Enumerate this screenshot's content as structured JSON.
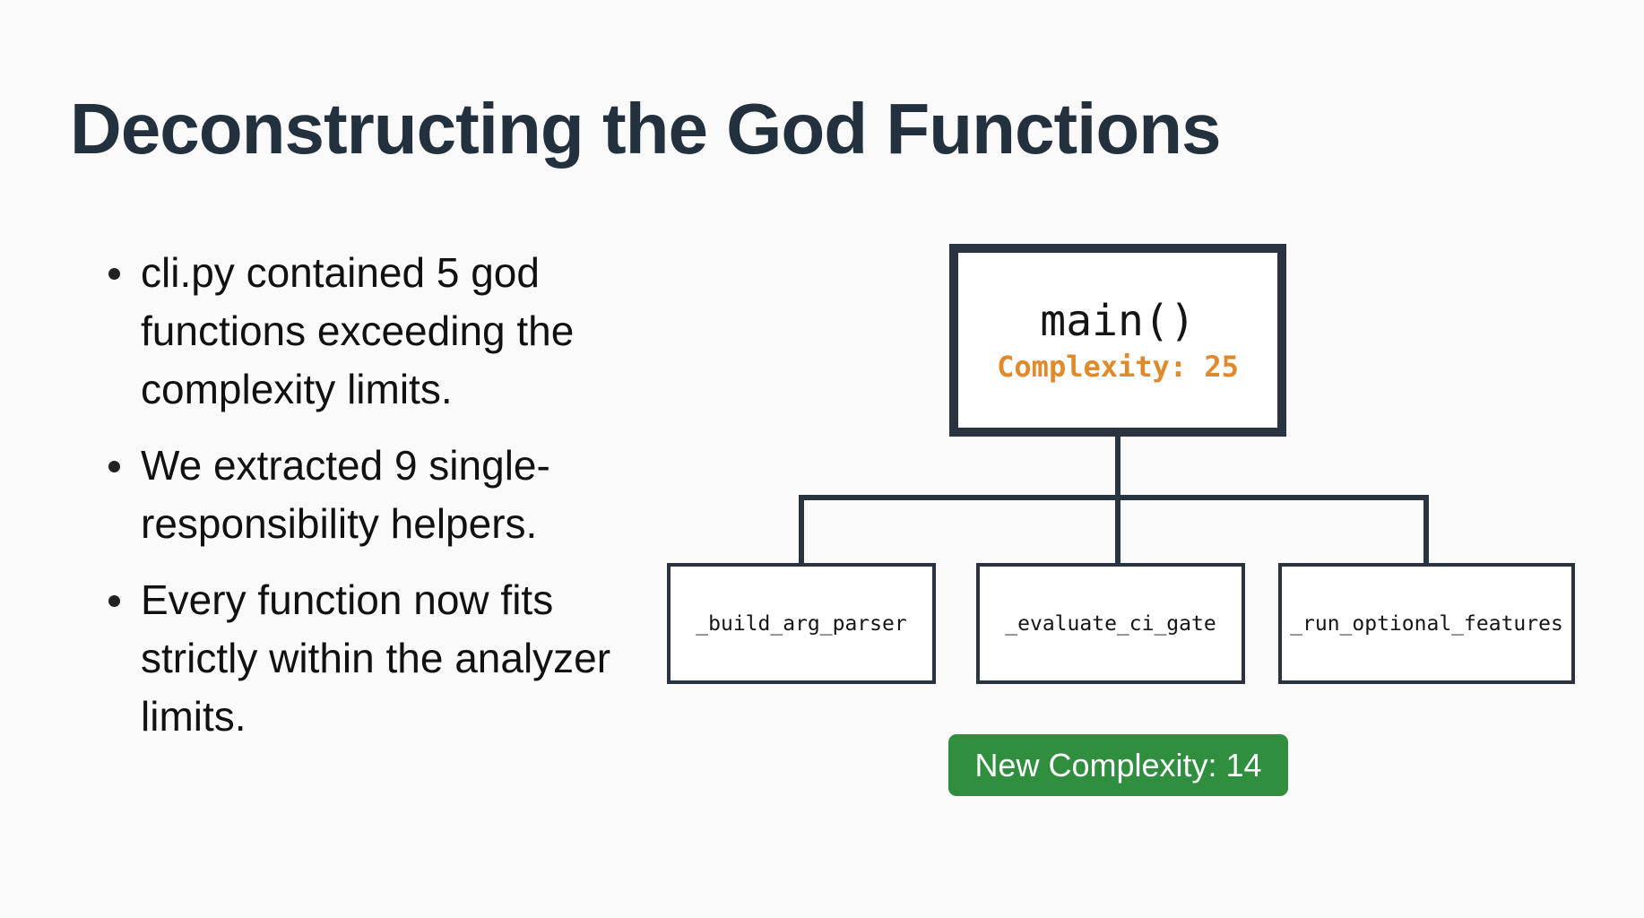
{
  "title": "Deconstructing the God Functions",
  "bullets": [
    "cli.py contained 5 god functions exceeding the complexity limits.",
    "We extracted 9 single-responsibility helpers.",
    "Every function now fits strictly within the analyzer limits."
  ],
  "diagram": {
    "root": {
      "name": "main()",
      "complexity_label": "Complexity: 25"
    },
    "helpers": [
      "_build_arg_parser",
      "_evaluate_ci_gate",
      "_run_optional_features"
    ],
    "result_badge": "New Complexity: 14"
  },
  "colors": {
    "title": "#23303d",
    "box_border": "#2a3440",
    "complexity_old": "#e08a2c",
    "badge_background": "#2f8f3f",
    "badge_text": "#ffffff"
  }
}
